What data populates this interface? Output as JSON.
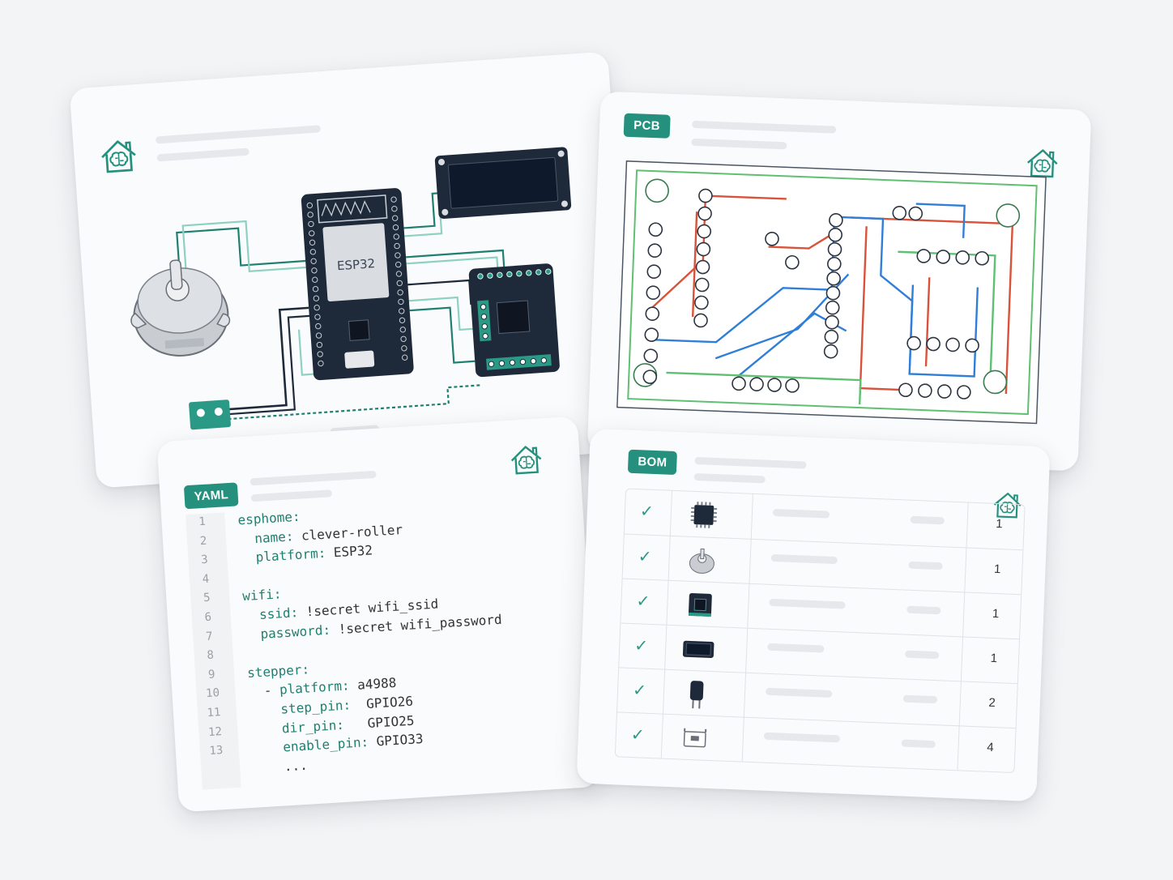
{
  "wiring": {
    "chip_label": "ESP32"
  },
  "pcb": {
    "tag": "PCB"
  },
  "yaml": {
    "tag": "YAML",
    "lines": [
      {
        "n": "1",
        "t": "esphome:"
      },
      {
        "n": "2",
        "t": "  name: clever-roller"
      },
      {
        "n": "3",
        "t": "  platform: ESP32"
      },
      {
        "n": "4",
        "t": ""
      },
      {
        "n": "5",
        "t": "wifi:"
      },
      {
        "n": "6",
        "t": "  ssid: !secret wifi_ssid"
      },
      {
        "n": "7",
        "t": "  password: !secret wifi_password"
      },
      {
        "n": "8",
        "t": ""
      },
      {
        "n": "9",
        "t": "stepper:"
      },
      {
        "n": "10",
        "t": "  - platform: a4988"
      },
      {
        "n": "11",
        "t": "    step_pin:  GPIO26"
      },
      {
        "n": "12",
        "t": "    dir_pin:   GPIO25"
      },
      {
        "n": "13",
        "t": "    enable_pin: GPIO33"
      },
      {
        "n": "",
        "t": "    ..."
      }
    ]
  },
  "bom": {
    "tag": "BOM",
    "rows": [
      {
        "icon": "microcontroller-chip-icon",
        "qty": "1"
      },
      {
        "icon": "stepper-motor-icon",
        "qty": "1"
      },
      {
        "icon": "driver-board-icon",
        "qty": "1"
      },
      {
        "icon": "display-module-icon",
        "qty": "1"
      },
      {
        "icon": "capacitor-icon",
        "qty": "2"
      },
      {
        "icon": "usb-connector-icon",
        "qty": "4"
      }
    ]
  },
  "colors": {
    "accent": "#25907e",
    "board": "#1e2a3a",
    "trace_red": "#d9533a",
    "trace_blue": "#2f7fd8",
    "trace_green": "#5fbf72"
  }
}
